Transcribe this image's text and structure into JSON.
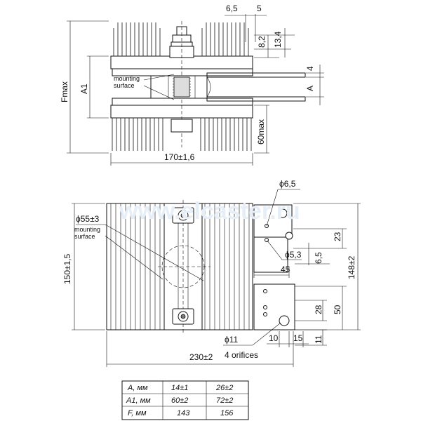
{
  "watermark": "www.elcaster.ru",
  "top_view": {
    "dim_f": "Fmax",
    "dim_a1": "A1",
    "dim_width": "170±1,6",
    "dim_60": "60max",
    "dim_65": "6,5",
    "dim_5": "5",
    "dim_82": "8,2",
    "dim_134": "13,4",
    "dim_4": "4",
    "dim_a": "A",
    "mounting_line1": "mounting",
    "mounting_line2": "surface"
  },
  "bottom_view": {
    "dia_55": "ϕ55±3",
    "mounting_line1": "mounting",
    "mounting_line2": "surface",
    "dim_150": "150±1,5",
    "dim_230": "230±2",
    "dim_148": "148±2",
    "dia_65": "ϕ6,5",
    "dia_53": "ϕ5,3",
    "dim_23": "23",
    "dim_6_5": "6,5",
    "dim_45": "45",
    "dim_28": "28",
    "dim_50": "50",
    "dia_11": "ϕ11",
    "orifices": "4 orifices",
    "dim_10": "10",
    "dim_15": "15",
    "dim_11": "11"
  },
  "table": {
    "rows": [
      {
        "label": "A, мм",
        "v1": "14±1",
        "v2": "26±2"
      },
      {
        "label": "A1, мм",
        "v1": "60±2",
        "v2": "72±2"
      },
      {
        "label": "F, мм",
        "v1": "143",
        "v2": "156"
      }
    ]
  }
}
